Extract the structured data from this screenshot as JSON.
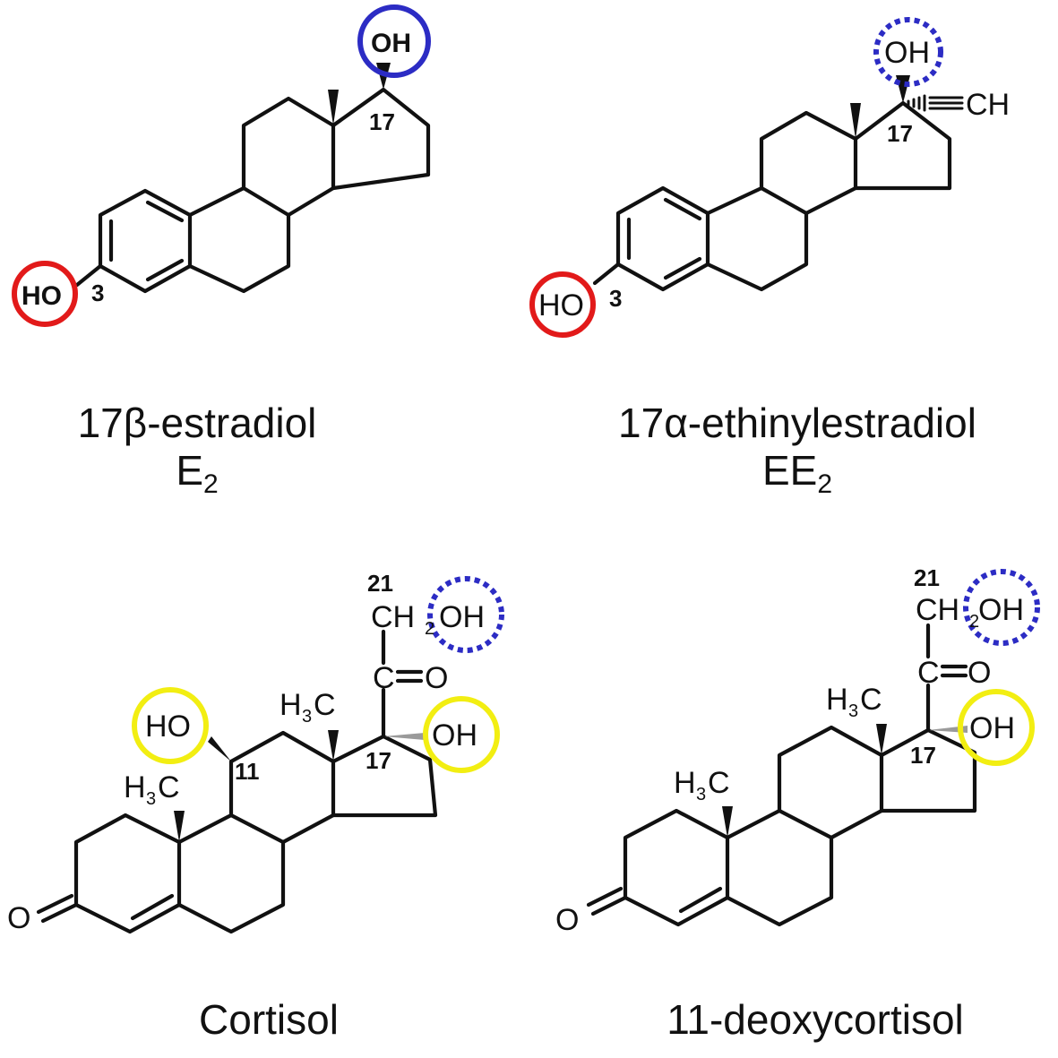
{
  "compounds": [
    {
      "name": "17β-estradiol",
      "abbr_base": "E",
      "abbr_sub": "2",
      "labels": {
        "ho": "HO",
        "oh": "OH",
        "pos3": "3",
        "pos17": "17"
      }
    },
    {
      "name": "17α-ethinylestradiol",
      "abbr_base": "EE",
      "abbr_sub": "2",
      "labels": {
        "ho": "HO",
        "oh": "OH",
        "pos3": "3",
        "pos17": "17",
        "ch": "CH"
      }
    },
    {
      "name": "Cortisol",
      "labels": {
        "ho": "HO",
        "oh": "OH",
        "o_keto": "O",
        "o_c20": "O",
        "c": "C",
        "pos11": "11",
        "pos17": "17",
        "pos21": "21",
        "ch2": "CH",
        "h3c": "H",
        "h3c_sub": "3",
        "h3c_c": "C",
        "oh21": "OH"
      }
    },
    {
      "name": "11-deoxycortisol",
      "labels": {
        "oh": "OH",
        "o_keto": "O",
        "o_c20": "O",
        "c": "C",
        "pos17": "17",
        "pos21": "21",
        "ch2": "CH",
        "h3c": "H",
        "h3c_sub": "3",
        "h3c_c": "C",
        "oh21": "OH"
      }
    }
  ],
  "highlight_colors": {
    "red": "#e21a1a",
    "blue": "#2c2cc4",
    "blue_dotted": "#2c2cc4",
    "yellow": "#f2ee12"
  }
}
